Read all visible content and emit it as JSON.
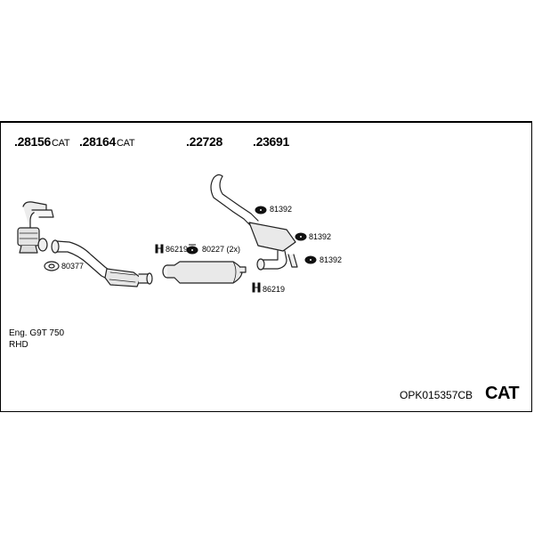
{
  "parts": [
    {
      "number": ".28156",
      "suffix": "CAT"
    },
    {
      "number": ".28164",
      "suffix": "CAT"
    },
    {
      "number": ".22728",
      "suffix": ""
    },
    {
      "number": ".23691",
      "suffix": ""
    }
  ],
  "callouts": {
    "gasket_80377": "80377",
    "clamp_86219_left": "86219",
    "hanger_80227": "80227 (2x)",
    "hanger_81392_a": "81392",
    "hanger_81392_b": "81392",
    "hanger_81392_c": "81392",
    "clamp_86219_right": "86219"
  },
  "notes": {
    "engine": "Eng. G9T 750",
    "drive": "RHD"
  },
  "footer": {
    "code": "OPK015357CB",
    "type": "CAT"
  }
}
